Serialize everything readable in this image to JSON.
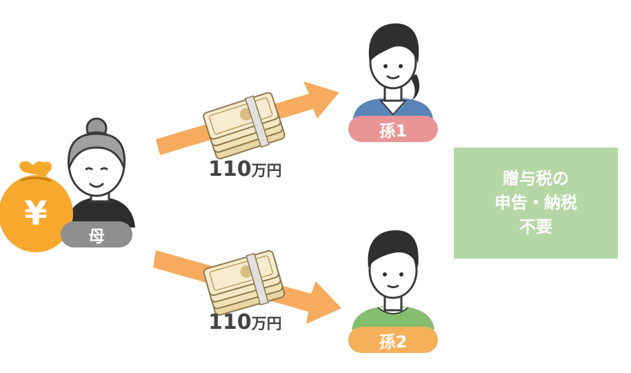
{
  "people": {
    "mother": {
      "label": "母"
    },
    "grandchild1": {
      "label": "孫1"
    },
    "grandchild2": {
      "label": "孫2"
    }
  },
  "money_bag": {
    "symbol": "¥"
  },
  "transfers": [
    {
      "amount_number": "110",
      "amount_unit": "万円"
    },
    {
      "amount_number": "110",
      "amount_unit": "万円"
    }
  ],
  "tax_note": {
    "line1": "贈与税の",
    "line2": "申告・納税",
    "line3": "不要"
  },
  "colors": {
    "arrow": "#f6ab5e",
    "mother_pill": "#8f8f8f",
    "grandchild1_pill": "#ea9595",
    "grandchild2_pill": "#f6b05b",
    "money_bag": "#f7a92e",
    "tax_box": "#b5d7a5"
  }
}
